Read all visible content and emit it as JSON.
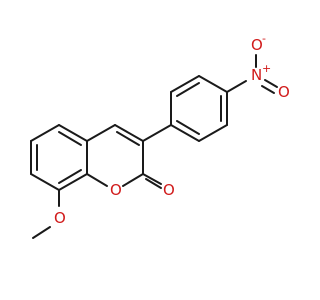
{
  "structure": {
    "atoms": {
      "nitro_o_top": "O",
      "nitro_o_top_charge": "-",
      "nitro_n": "N",
      "nitro_n_charge": "+",
      "nitro_o_right": "O",
      "ring_o": "O",
      "carbonyl_o": "O",
      "methoxy_o": "O"
    }
  },
  "colors": {
    "bond": "#1a1a1a",
    "heteroatom": "#d11a1a"
  }
}
